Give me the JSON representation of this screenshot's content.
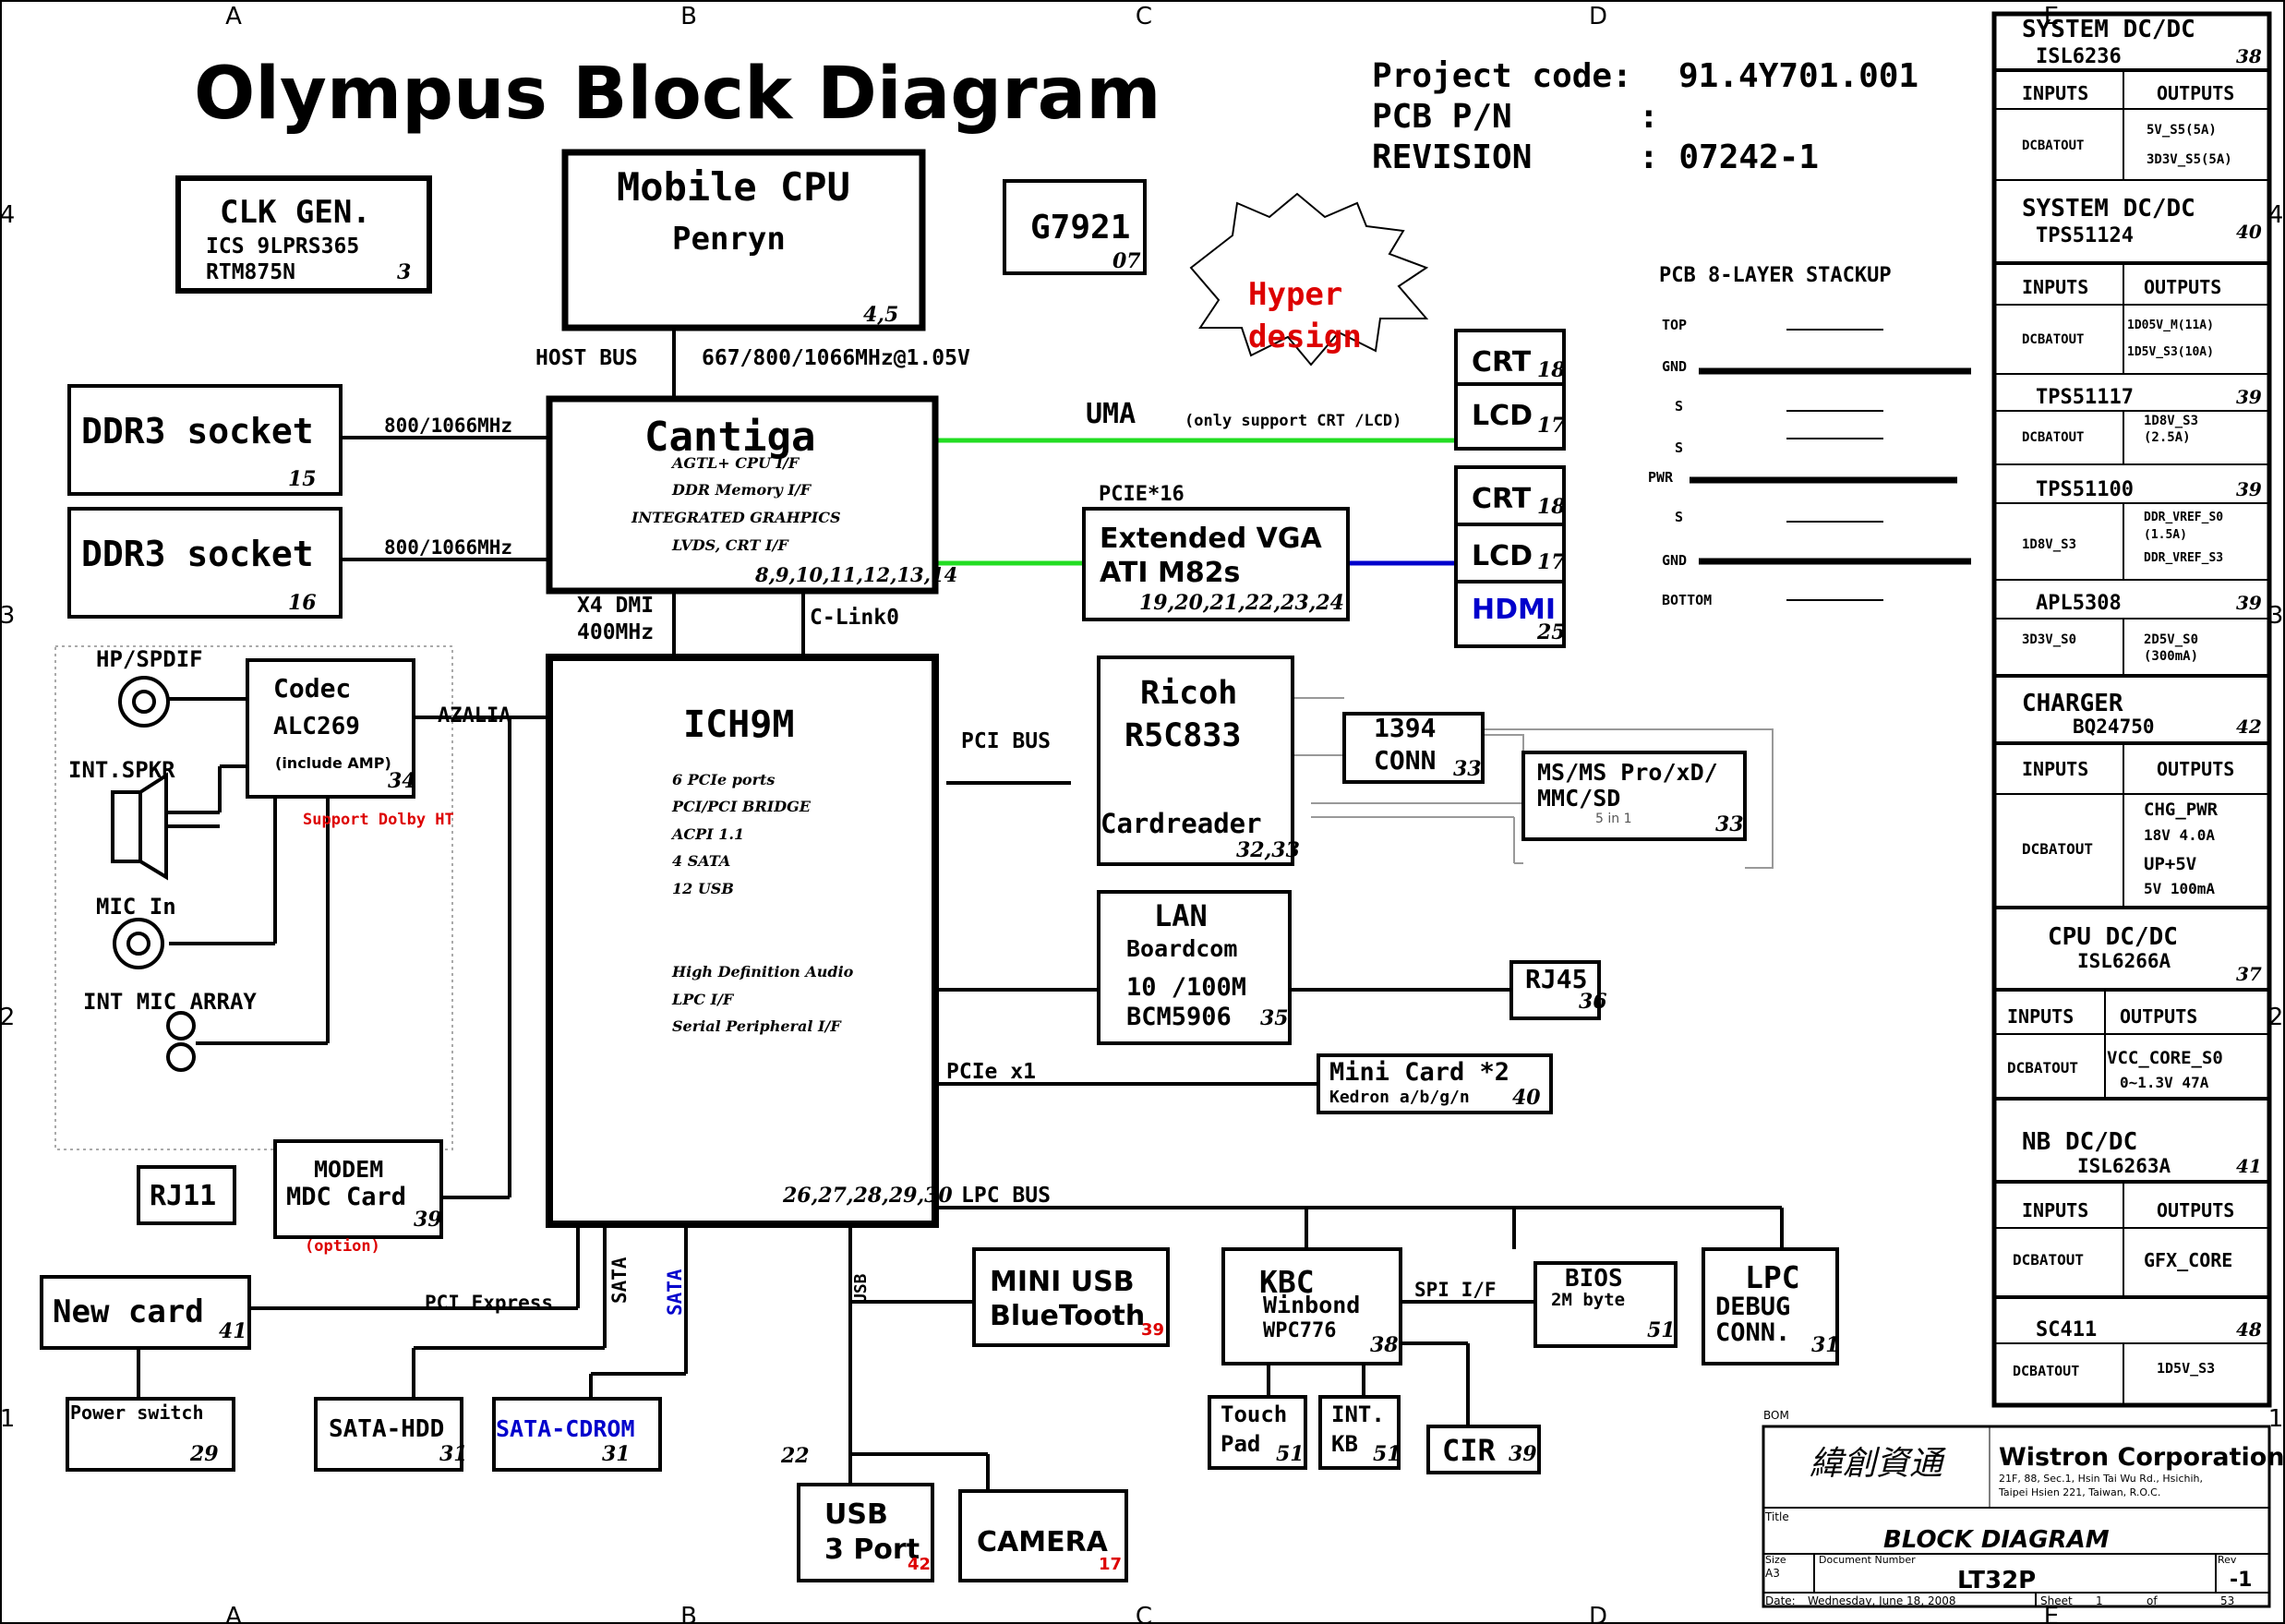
{
  "title": "Olympus Block Diagram",
  "project": {
    "code_label": "Project code:",
    "code": "91.4Y701.001",
    "pcb_label": "PCB P/N",
    "pcb_sep": ":",
    "rev_label": "REVISION",
    "rev_value": ": 07242-1"
  },
  "frame": {
    "cols": [
      "A",
      "B",
      "C",
      "D",
      "E"
    ],
    "rows": [
      "4",
      "3",
      "2",
      "1"
    ]
  },
  "clk": {
    "title": "CLK GEN.",
    "line1": "ICS 9LPRS365",
    "line2": "RTM875N",
    "page": "3"
  },
  "cpu": {
    "title": "Mobile CPU",
    "sub": "Penryn",
    "page": "4,5"
  },
  "g7921": {
    "title": "G7921",
    "page": "07"
  },
  "hyper": {
    "line1": "Hyper",
    "line2": "design"
  },
  "bus": {
    "host": "HOST BUS",
    "host_speed": "667/800/1066MHz@1.05V",
    "ddr_speed1": "800/1066MHz",
    "ddr_speed2": "800/1066MHz",
    "uma": "UMA",
    "uma_note": "(only support CRT /LCD)",
    "pcie16": "PCIE*16",
    "dmi1": "X4 DMI",
    "dmi2": "400MHz",
    "clink": "C-Link0",
    "azalia": "AZALIA",
    "pcibus": "PCI BUS",
    "pciex1": "PCIe x1",
    "lpcbus": "LPC BUS",
    "pciexpress": "PCI Express",
    "sata1": "SATA",
    "sata2": "SATA",
    "usb": "USB",
    "spi": "SPI I/F",
    "n22": "22"
  },
  "ddr1": {
    "title": "DDR3 socket",
    "page": "15"
  },
  "ddr2": {
    "title": "DDR3 socket",
    "page": "16"
  },
  "cantiga": {
    "title": "Cantiga",
    "lines": [
      "AGTL+ CPU I/F",
      "DDR Memory I/F",
      "INTEGRATED GRAHPICS",
      "LVDS, CRT I/F"
    ],
    "page": "8,9,10,11,12,13,14"
  },
  "crt1": {
    "title": "CRT",
    "page": "18"
  },
  "lcd1": {
    "title": "LCD",
    "page": "17"
  },
  "crt2": {
    "title": "CRT",
    "page": "18"
  },
  "lcd2": {
    "title": "LCD",
    "page": "17"
  },
  "hdmi": {
    "title": "HDMI",
    "page": "25"
  },
  "vga": {
    "line1": "Extended VGA",
    "line2": "ATI M82s",
    "page": "19,20,21,22,23,24"
  },
  "ich": {
    "title": "ICH9M",
    "lines1": [
      "6 PCIe ports",
      "PCI/PCI BRIDGE",
      "ACPI 1.1",
      "4 SATA",
      "12 USB"
    ],
    "lines2": [
      "High Definition Audio",
      "LPC I/F",
      "Serial Peripheral I/F"
    ],
    "page": "26,27,28,29,30"
  },
  "audio": {
    "hp": "HP/SPDIF",
    "spkr": "INT.SPKR",
    "mic": "MIC In",
    "micarray": "INT MIC ARRAY",
    "codec": "Codec",
    "codec_part": "ALC269",
    "codec_note": "(include AMP)",
    "codec_page": "34",
    "dolby": "Support Dolby HT"
  },
  "ricoh": {
    "line1": "Ricoh",
    "line2": "R5C833",
    "line3": "Cardreader",
    "page": "32,33"
  },
  "conn1394": {
    "line1": "1394",
    "line2": "CONN",
    "page": "33"
  },
  "ms": {
    "line1": "MS/MS Pro/xD/",
    "line2": "MMC/SD",
    "note": "5 in 1",
    "page": "33"
  },
  "lan": {
    "line1": "LAN",
    "line2": "Boardcom",
    "line3": "10 /100M",
    "line4": "BCM5906",
    "page": "35"
  },
  "rj45": {
    "title": "RJ45",
    "page": "36"
  },
  "minicard": {
    "line1": "Mini Card *2",
    "line2": "Kedron a/b/g/n",
    "page": "40"
  },
  "modem": {
    "line1": "MODEM",
    "line2": "MDC Card",
    "page": "39",
    "option": "(option)"
  },
  "rj11": {
    "title": "RJ11"
  },
  "newcard": {
    "title": "New card",
    "page": "41"
  },
  "pwrsw": {
    "title": "Power switch",
    "page": "29"
  },
  "satahdd": {
    "title": "SATA-HDD",
    "page": "31"
  },
  "satacd": {
    "title": "SATA-CDROM",
    "page": "31"
  },
  "miniusb": {
    "line1": "MINI USB",
    "line2": "BlueTooth",
    "page": "39"
  },
  "usb3": {
    "line1": "USB",
    "line2": "3 Port",
    "page": "42"
  },
  "camera": {
    "title": "CAMERA",
    "page": "17"
  },
  "kbc": {
    "line1": "KBC",
    "line2": "Winbond",
    "line3": "WPC776",
    "page": "38"
  },
  "bios": {
    "line1": "BIOS",
    "line2": "2M byte",
    "page": "51"
  },
  "lpcdbg": {
    "line1": "LPC",
    "line2": "DEBUG",
    "line3": "CONN.",
    "page": "31"
  },
  "touch": {
    "line1": "Touch",
    "line2": "Pad",
    "page": "51"
  },
  "intkb": {
    "line1": "INT.",
    "line2": "KB",
    "page": "51"
  },
  "cir": {
    "title": "CIR",
    "page": "39"
  },
  "stack": {
    "title": "PCB 8-LAYER STACKUP",
    "layers": [
      "TOP",
      "GND",
      "S",
      "S",
      "PWR",
      "S",
      "GND",
      "BOTTOM"
    ]
  },
  "power": [
    {
      "title": "SYSTEM DC/DC",
      "part": "ISL6236",
      "page": "38",
      "inputs": "INPUTS",
      "outputs": "OUTPUTS",
      "in": "DCBATOUT",
      "out": [
        "5V_S5(5A)",
        "3D3V_S5(5A)"
      ]
    },
    {
      "title": "SYSTEM DC/DC",
      "part": "TPS51124",
      "page": "40",
      "inputs": "INPUTS",
      "outputs": "OUTPUTS",
      "in": "DCBATOUT",
      "out": [
        "1D05V_M(11A)",
        "1D5V_S3(10A)"
      ]
    },
    {
      "title": "TPS51117",
      "page": "39",
      "in": "DCBATOUT",
      "out": [
        "1D8V_S3",
        "(2.5A)"
      ]
    },
    {
      "title": "TPS51100",
      "page": "39",
      "in": "1D8V_S3",
      "out": [
        "DDR_VREF_S0",
        "(1.5A)",
        "DDR_VREF_S3"
      ]
    },
    {
      "title": "APL5308",
      "page": "39",
      "in": "3D3V_S0",
      "out": [
        "2D5V_S0",
        "(300mA)"
      ]
    },
    {
      "title": "CHARGER",
      "part": "BQ24750",
      "page": "42",
      "inputs": "INPUTS",
      "outputs": "OUTPUTS",
      "in": "DCBATOUT",
      "out": [
        "CHG_PWR",
        "18V  4.0A",
        "UP+5V",
        "5V   100mA"
      ]
    },
    {
      "title": "CPU DC/DC",
      "part": "ISL6266A",
      "page": "37",
      "inputs": "INPUTS",
      "outputs": "OUTPUTS",
      "in": "DCBATOUT",
      "out": [
        "VCC_CORE_S0",
        "0~1.3V  47A"
      ]
    },
    {
      "title": "NB DC/DC",
      "part": "ISL6263A",
      "page": "41",
      "inputs": "INPUTS",
      "outputs": "OUTPUTS",
      "in": "DCBATOUT",
      "out": [
        "GFX_CORE"
      ]
    },
    {
      "title": "SC411",
      "page": "48",
      "in": "DCBATOUT",
      "out": [
        "1D5V_S3"
      ]
    }
  ],
  "titleblock": {
    "bom": "BOM",
    "chinese": "緯創資通",
    "company": "Wistron Corporation",
    "addr1": "21F, 88, Sec.1, Hsin Tai Wu Rd., Hsichih,",
    "addr2": "Taipei Hsien 221, Taiwan, R.O.C.",
    "title_label": "Title",
    "title": "BLOCK DIAGRAM",
    "size_label": "Size",
    "size": "A3",
    "docnum_label": "Document Number",
    "docnum": "LT32P",
    "rev_label": "Rev",
    "rev": "-1",
    "date_label": "Date:",
    "date": "Wednesday, June 18, 2008",
    "sheet_label": "Sheet",
    "sheet": "1",
    "of_label": "of",
    "of": "53"
  },
  "colors": {
    "green": "#22dd22",
    "blue": "#0000cc",
    "red": "#dd0000"
  }
}
